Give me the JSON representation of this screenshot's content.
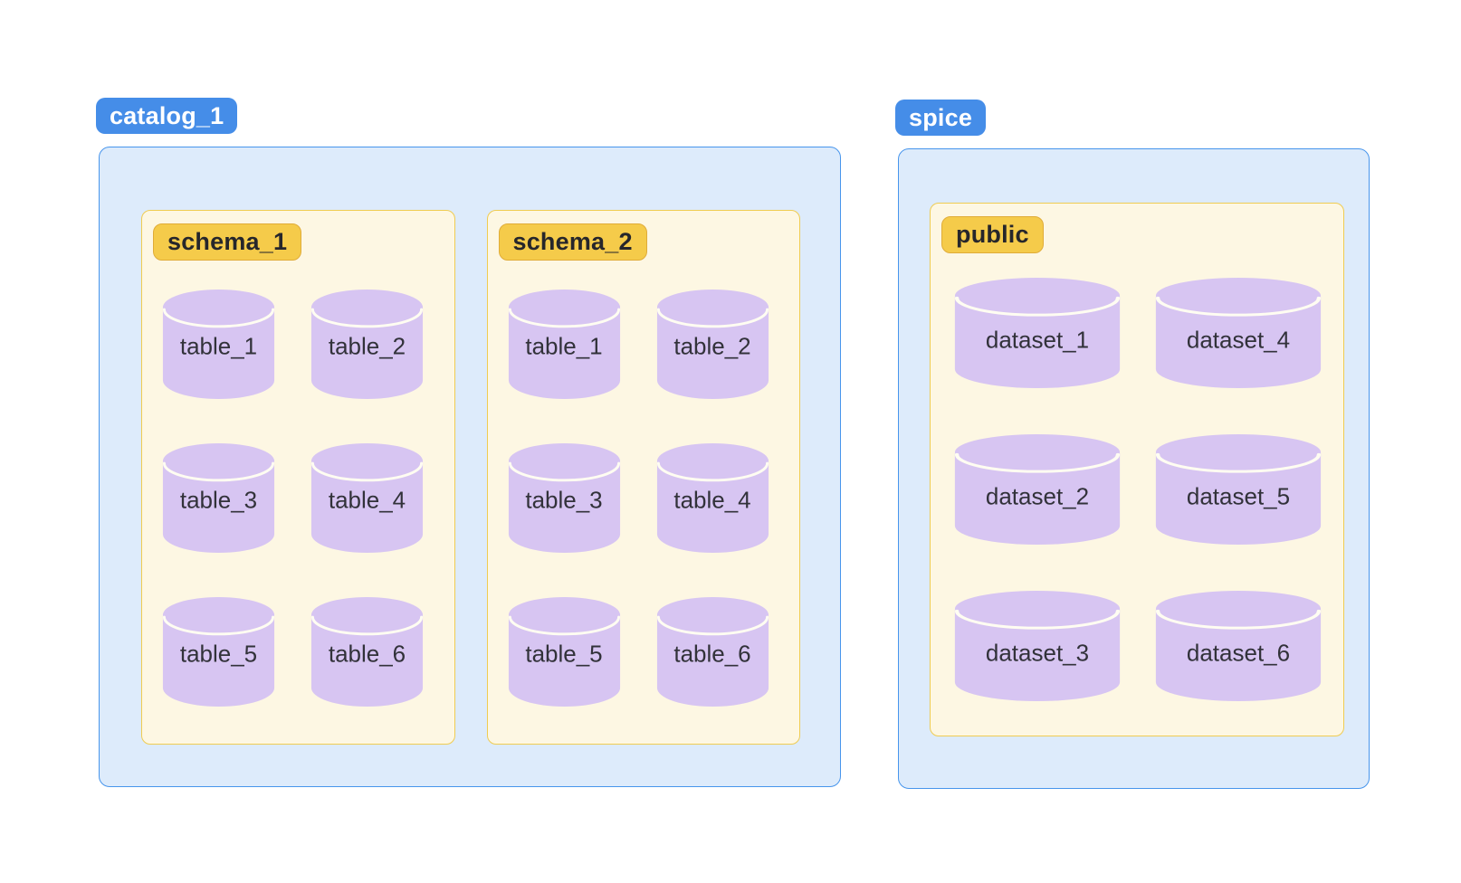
{
  "colors": {
    "blue_badge": "#458DE8",
    "blue_border": "#4795EC",
    "blue_fill": "#DDEBFB",
    "gold_badge": "#F5CB4A",
    "gold_border": "#E0AC38",
    "cream_fill": "#FDF7E3",
    "cream_border": "#EFCC52",
    "cylinder_fill": "#D7C5F2",
    "cylinder_rim": "#FFFDF2",
    "label_text": "#32323A"
  },
  "diagram": {
    "groups": [
      {
        "label": "catalog_1",
        "schemas": [
          {
            "label": "schema_1",
            "items": [
              "table_1",
              "table_2",
              "table_3",
              "table_4",
              "table_5",
              "table_6"
            ]
          },
          {
            "label": "schema_2",
            "items": [
              "table_1",
              "table_2",
              "table_3",
              "table_4",
              "table_5",
              "table_6"
            ]
          }
        ]
      },
      {
        "label": "spice",
        "schemas": [
          {
            "label": "public",
            "items": [
              "dataset_1",
              "dataset_4",
              "dataset_2",
              "dataset_5",
              "dataset_3",
              "dataset_6"
            ]
          }
        ]
      }
    ]
  }
}
